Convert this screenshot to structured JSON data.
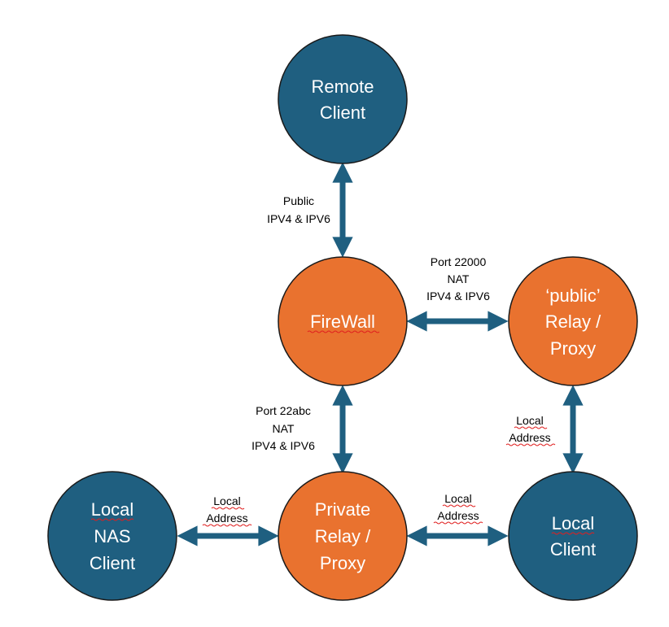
{
  "colors": {
    "blue_node": "#1f5f80",
    "orange_node": "#e9722f",
    "arrow": "#1f5f80",
    "node_outline": "#1a1a1a"
  },
  "nodes": {
    "remote_client": {
      "line1": "Remote",
      "line2": "Client"
    },
    "firewall": {
      "line1": "FireWall"
    },
    "public_relay": {
      "line1": "‘public’",
      "line2": "Relay  /",
      "line3": "Proxy"
    },
    "private_relay": {
      "line1": "Private",
      "line2": "Relay /",
      "line3": "Proxy"
    },
    "local_nas": {
      "line1": "Local",
      "line2": "NAS",
      "line3": "Client"
    },
    "local_client": {
      "line1": "Local",
      "line2": "Client"
    }
  },
  "edges": {
    "remote_firewall": {
      "line1": "Public",
      "line2": "IPV4 & IPV6"
    },
    "firewall_public_relay": {
      "line1": "Port 22000",
      "line2": "NAT",
      "line3": "IPV4 & IPV6"
    },
    "firewall_private_relay": {
      "line1": "Port 22abc",
      "line2": "NAT",
      "line3": "IPV4 & IPV6"
    },
    "public_relay_local_client": {
      "line1": "Local",
      "line2": "Address"
    },
    "nas_private_relay": {
      "line1": "Local",
      "line2": "Address"
    },
    "private_relay_local_client": {
      "line1": "Local",
      "line2": "Address"
    }
  }
}
